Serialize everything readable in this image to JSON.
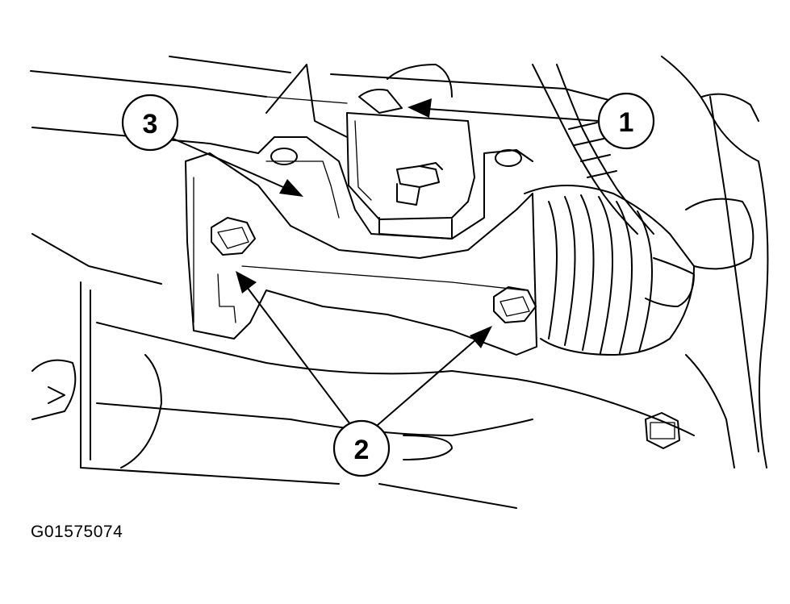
{
  "figure": {
    "id_code": "G01575074",
    "callouts": [
      {
        "number": "1",
        "target": "mount-stud-nut"
      },
      {
        "number": "2",
        "target": "mount-bolts"
      },
      {
        "number": "3",
        "target": "mount-bracket"
      }
    ]
  },
  "colors": {
    "line": "#000000",
    "background": "#ffffff"
  }
}
